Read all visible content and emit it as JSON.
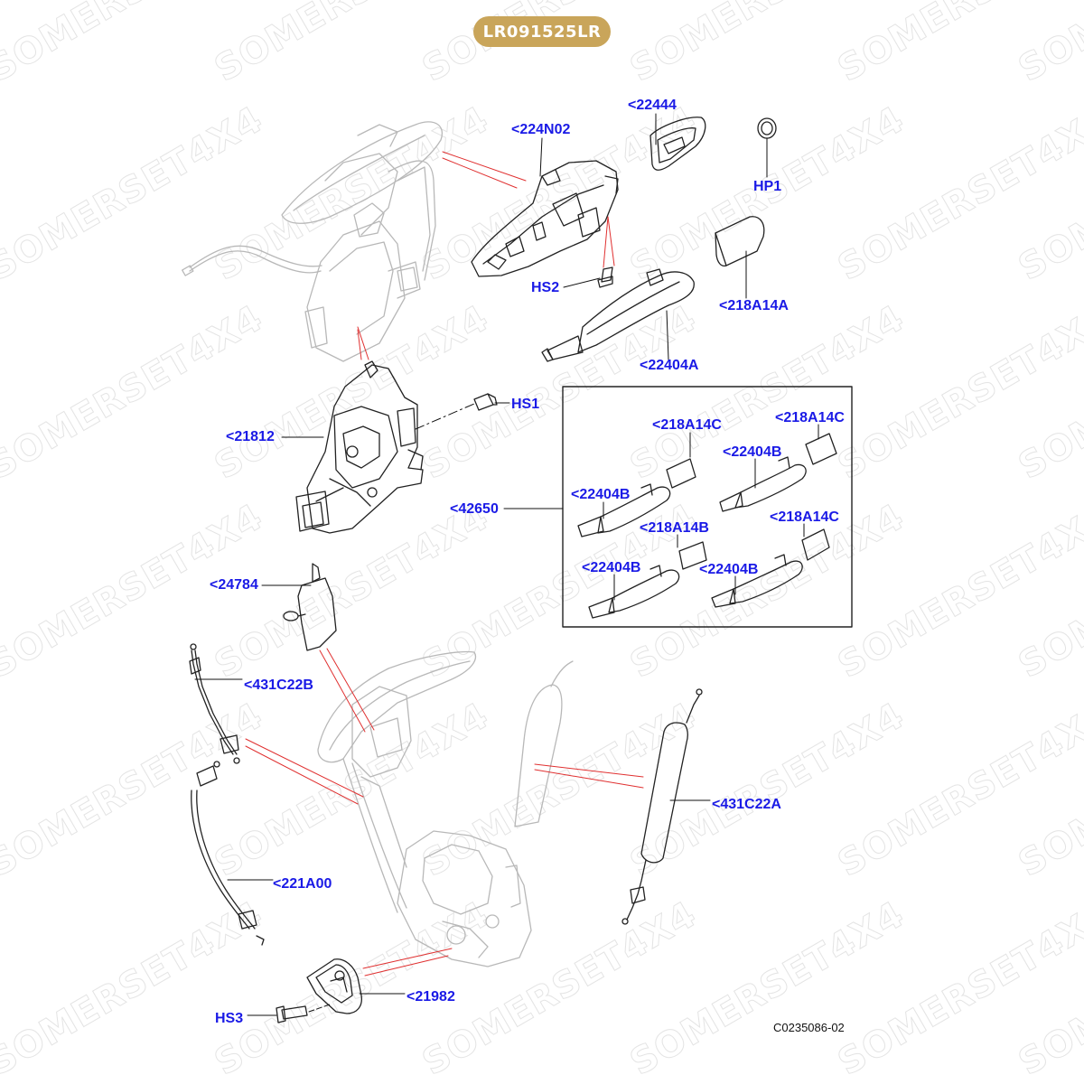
{
  "header": {
    "part_number": "LR091525LR"
  },
  "watermark": {
    "text": "SOMERSET4X4"
  },
  "diagram_ref": "C0235086-02",
  "callouts": {
    "c224N02": "<224N02",
    "c22444": "<22444",
    "hp1": "HP1",
    "hs2": "HS2",
    "c218A14A": "<218A14A",
    "c22404A": "<22404A",
    "hs1": "HS1",
    "c21812": "<21812",
    "c218A14C_1": "<218A14C",
    "c218A14C_2": "<218A14C",
    "c22404B_1": "<22404B",
    "c22404B_2": "<22404B",
    "c42650": "<42650",
    "c218A14B": "<218A14B",
    "c218A14C_3": "<218A14C",
    "c22404B_3": "<22404B",
    "c22404B_4": "<22404B",
    "c24784": "<24784",
    "c431C22B": "<431C22B",
    "c431C22A": "<431C22A",
    "c221A00": "<221A00",
    "c21982": "<21982",
    "hs3": "HS3"
  },
  "colors": {
    "badge": "#c9a55a",
    "callout": "#1a1ae6",
    "leader_red": "#e03030",
    "ghost": "#b8b8b8",
    "line": "#222222"
  }
}
